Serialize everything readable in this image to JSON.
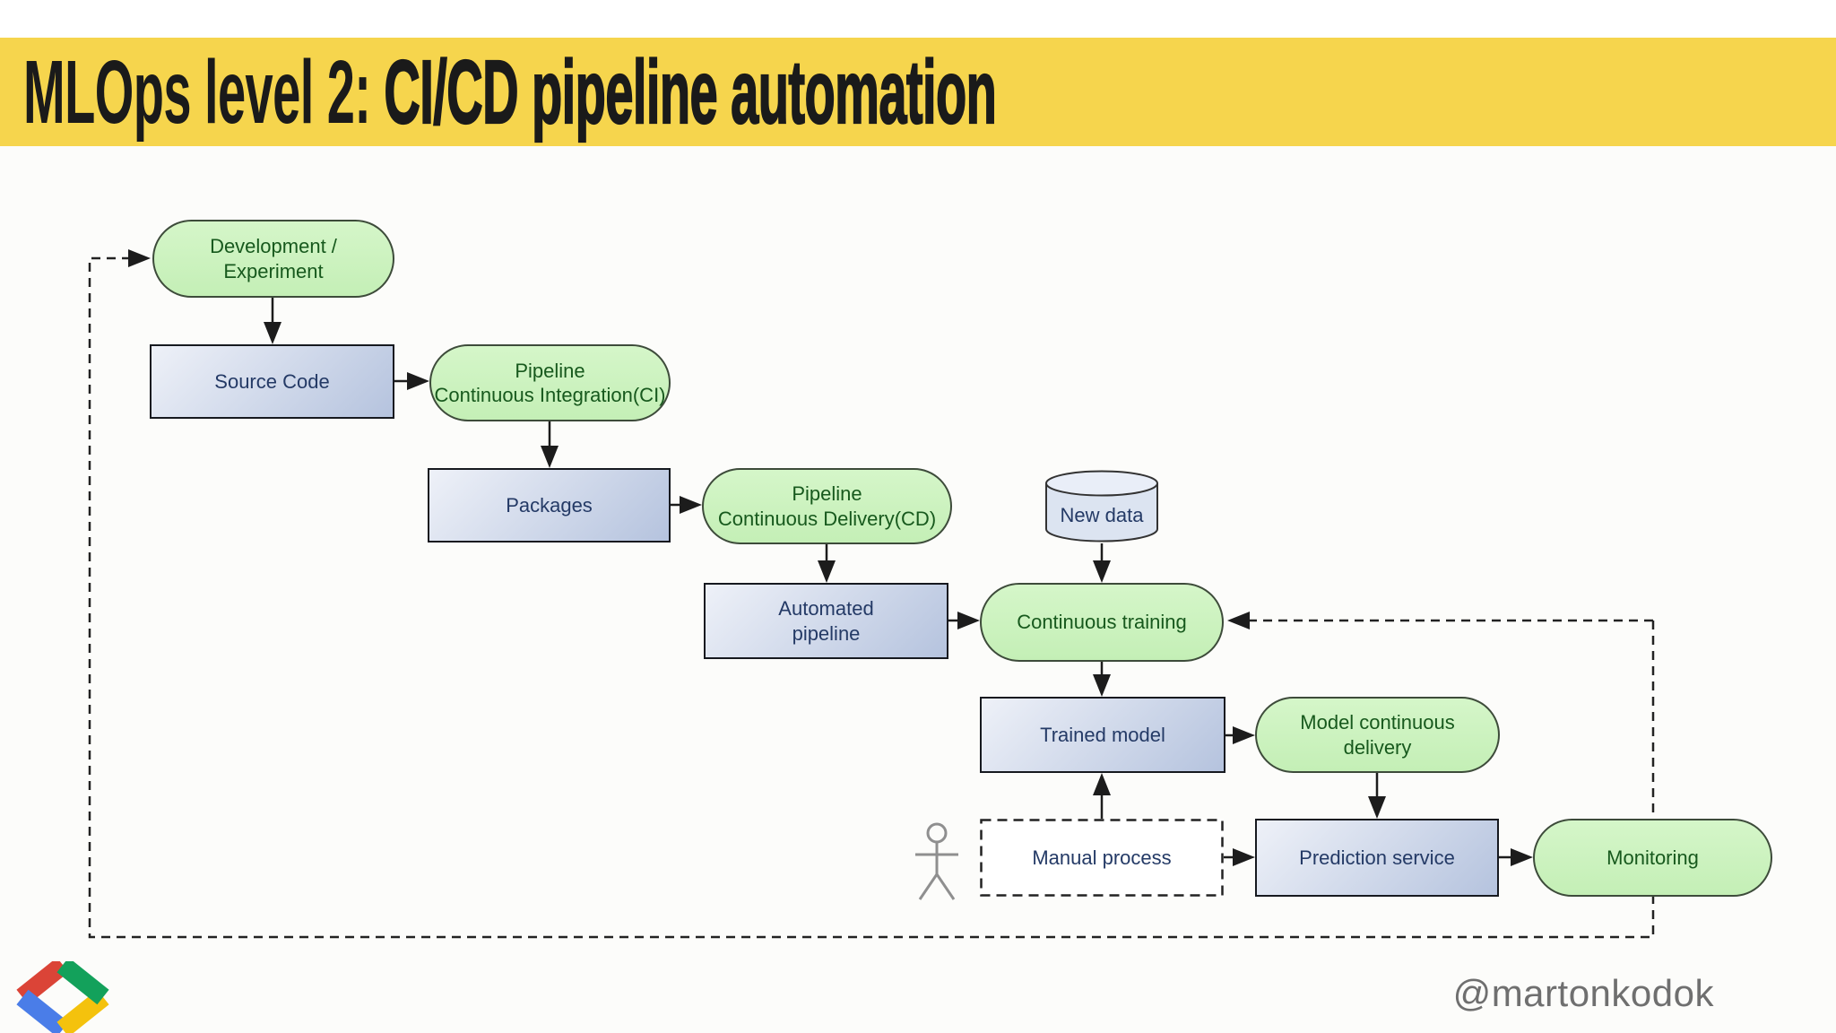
{
  "slide": {
    "header": {
      "title_prefix": "MLOps level 2: ",
      "title_emphasis": "CI/CD pipeline automation",
      "band_color": "#f6d54d",
      "title_color": "#1a1a1a"
    },
    "footer": {
      "handle": "@martonkodok",
      "logo": "google-developers-chevrons",
      "logo_colors": {
        "red": "#DB4437",
        "blue": "#4A7DE8",
        "green": "#13A15B",
        "yellow": "#F4C20D"
      }
    }
  },
  "diagram": {
    "palette": {
      "process_fill": "#c9f1bc",
      "process_text": "#17591d",
      "process_border": "#3d4b3a",
      "artifact_fill_light": "#eef1f8",
      "artifact_fill_dark": "#b5c3de",
      "artifact_text": "#243a66",
      "datastore_fill": "#dce4f1",
      "connector_color": "#1c1c1c",
      "actor_color": "#8f8f8f"
    },
    "nodes": {
      "development_experiment": {
        "label": "Development /\nExperiment",
        "shape": "rounded-process"
      },
      "source_code": {
        "label": "Source Code",
        "shape": "rect-artifact"
      },
      "pipeline_ci": {
        "label": "Pipeline\nContinuous Integration(CI)",
        "shape": "rounded-process"
      },
      "packages": {
        "label": "Packages",
        "shape": "rect-artifact"
      },
      "pipeline_cd": {
        "label": "Pipeline\nContinuous Delivery(CD)",
        "shape": "rounded-process"
      },
      "automated_pipeline": {
        "label": "Automated\npipeline",
        "shape": "rect-artifact"
      },
      "new_data": {
        "label": "New data",
        "shape": "cylinder-datastore"
      },
      "continuous_training": {
        "label": "Continuous training",
        "shape": "rounded-process"
      },
      "trained_model": {
        "label": "Trained model",
        "shape": "rect-artifact"
      },
      "model_continuous_delivery": {
        "label": "Model continuous\ndelivery",
        "shape": "rounded-process"
      },
      "manual_process": {
        "label": "Manual process",
        "shape": "dashed-rect"
      },
      "prediction_service": {
        "label": "Prediction service",
        "shape": "rect-artifact"
      },
      "monitoring": {
        "label": "Monitoring",
        "shape": "rounded-process"
      }
    },
    "edges": [
      {
        "from": "development_experiment",
        "to": "source_code",
        "style": "solid"
      },
      {
        "from": "source_code",
        "to": "pipeline_ci",
        "style": "solid"
      },
      {
        "from": "pipeline_ci",
        "to": "packages",
        "style": "solid"
      },
      {
        "from": "packages",
        "to": "pipeline_cd",
        "style": "solid"
      },
      {
        "from": "pipeline_cd",
        "to": "automated_pipeline",
        "style": "solid"
      },
      {
        "from": "automated_pipeline",
        "to": "continuous_training",
        "style": "solid"
      },
      {
        "from": "new_data",
        "to": "continuous_training",
        "style": "solid"
      },
      {
        "from": "continuous_training",
        "to": "trained_model",
        "style": "solid"
      },
      {
        "from": "trained_model",
        "to": "model_continuous_delivery",
        "style": "solid"
      },
      {
        "from": "model_continuous_delivery",
        "to": "prediction_service",
        "style": "solid"
      },
      {
        "from": "manual_process",
        "to": "trained_model",
        "style": "solid"
      },
      {
        "from": "manual_process",
        "to": "prediction_service",
        "style": "solid"
      },
      {
        "from": "prediction_service",
        "to": "monitoring",
        "style": "solid"
      },
      {
        "from": "monitoring",
        "to": "continuous_training",
        "style": "dashed-feedback"
      },
      {
        "from": "monitoring",
        "to": "development_experiment",
        "style": "dashed-feedback"
      }
    ],
    "actor": {
      "name": "user-stick-figure",
      "attached_to": "manual_process"
    }
  }
}
